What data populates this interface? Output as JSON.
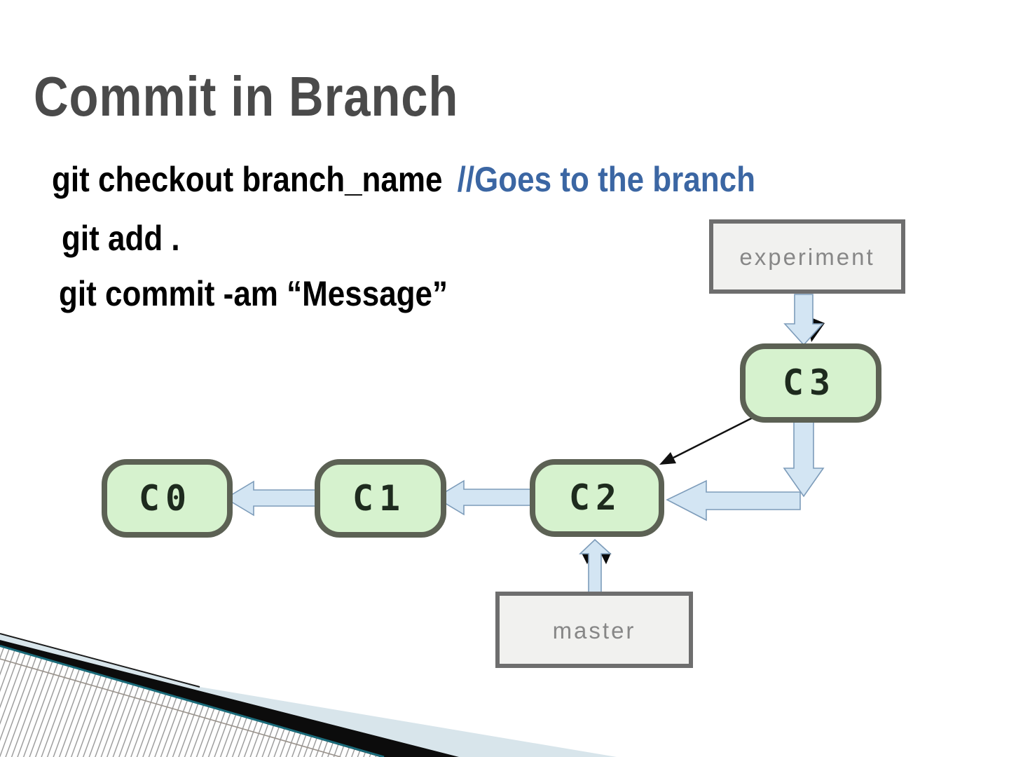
{
  "slide": {
    "title": "Commit in Branch",
    "lines": [
      {
        "command": "git checkout branch_name",
        "comment": "//Goes to the branch"
      },
      {
        "command": "git add .",
        "comment": ""
      },
      {
        "command": "git commit -am “Message”",
        "comment": ""
      }
    ]
  },
  "diagram": {
    "commits": [
      {
        "id": "C0"
      },
      {
        "id": "C1"
      },
      {
        "id": "C2"
      },
      {
        "id": "C3"
      }
    ],
    "branches": [
      {
        "label": "experiment",
        "points_to": "C3"
      },
      {
        "label": "master",
        "points_to": "C2"
      }
    ],
    "edges": [
      {
        "from": "C3",
        "to": "C2"
      },
      {
        "from": "C2",
        "to": "C1"
      },
      {
        "from": "C1",
        "to": "C0"
      },
      {
        "from": "experiment",
        "to": "C3"
      },
      {
        "from": "master",
        "to": "C2"
      }
    ]
  },
  "colors": {
    "title_gray": "#4a4a4a",
    "command_black": "#000000",
    "comment_blue": "#3b66a3",
    "node_fill_green": "#d6f2ce",
    "node_border": "#5c6154",
    "arrow_fill_blue": "#d3e5f3",
    "arrow_border": "#7d9cba",
    "branch_box_fill": "#f1f1ef",
    "branch_box_border": "#6e6e6e",
    "branch_label_gray": "#878787",
    "ribbon_teal": "#1a6b7a",
    "ribbon_black": "#0c0c0c",
    "ribbon_blue": "#d8e5eb"
  }
}
